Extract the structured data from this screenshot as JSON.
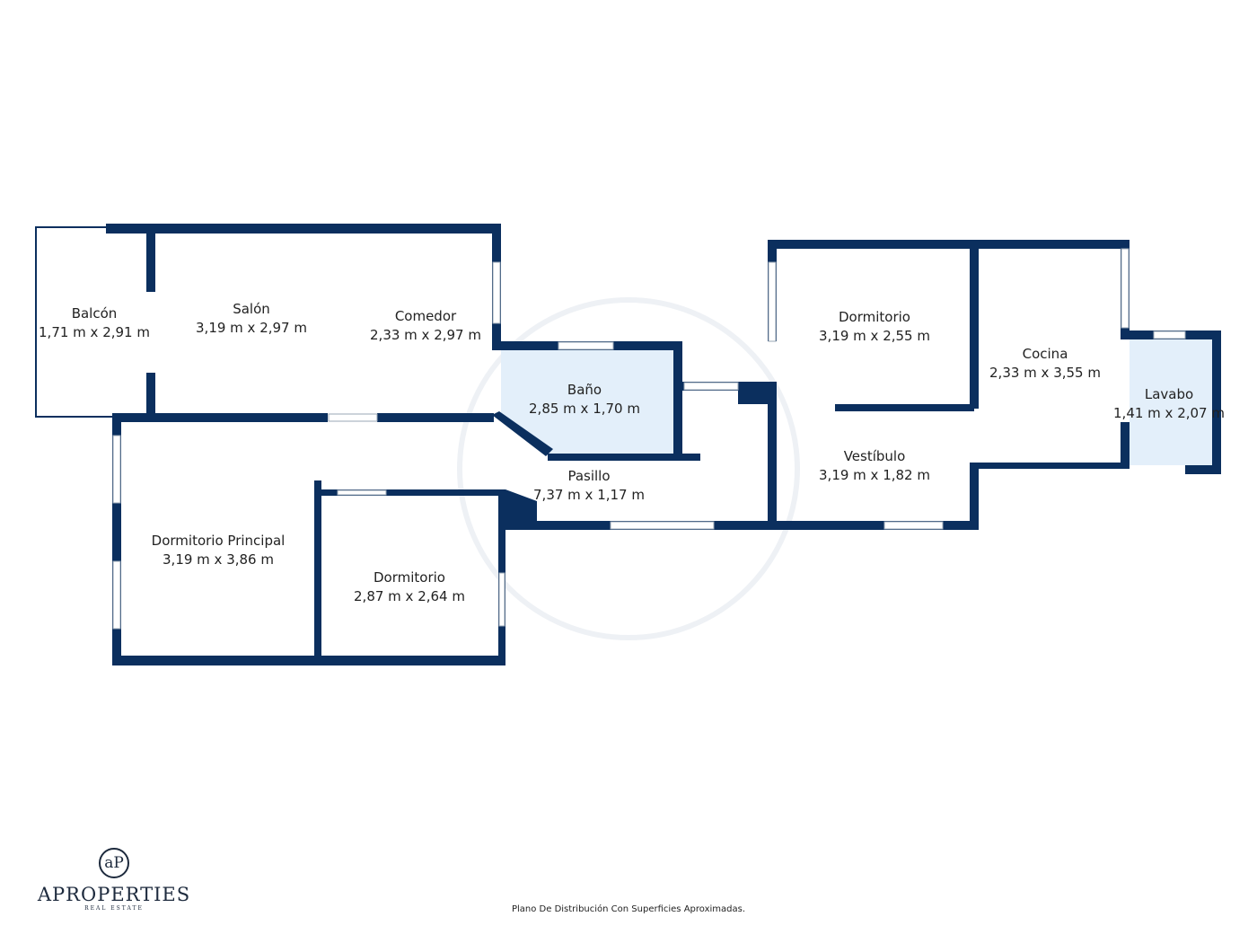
{
  "colors": {
    "wall": "#0b2f5e",
    "wet_room_fill": "#e3effa"
  },
  "rooms": [
    {
      "name": "Balcón",
      "size": "1,71 m x 2,91 m"
    },
    {
      "name": "Salón",
      "size": "3,19 m x 2,97 m"
    },
    {
      "name": "Comedor",
      "size": "2,33 m x 2,97 m"
    },
    {
      "name": "Baño",
      "size": "2,85 m x 1,70 m"
    },
    {
      "name": "Pasillo",
      "size": "7,37 m x 1,17 m"
    },
    {
      "name": "Dormitorio Principal",
      "size": "3,19 m x 3,86 m"
    },
    {
      "name": "Dormitorio",
      "size": "2,87 m x 2,64 m"
    },
    {
      "name": "Dormitorio",
      "size": "3,19 m x 2,55 m"
    },
    {
      "name": "Vestíbulo",
      "size": "3,19 m x 1,82 m"
    },
    {
      "name": "Cocina",
      "size": "2,33 m x 3,55 m"
    },
    {
      "name": "Lavabo",
      "size": "1,41 m x 2,07 m"
    }
  ],
  "logo": {
    "name": "APROPERTIES",
    "tagline": "REAL ESTATE",
    "mark": "aP"
  },
  "footer": "Plano De Distribución Con Superficies Aproximadas."
}
